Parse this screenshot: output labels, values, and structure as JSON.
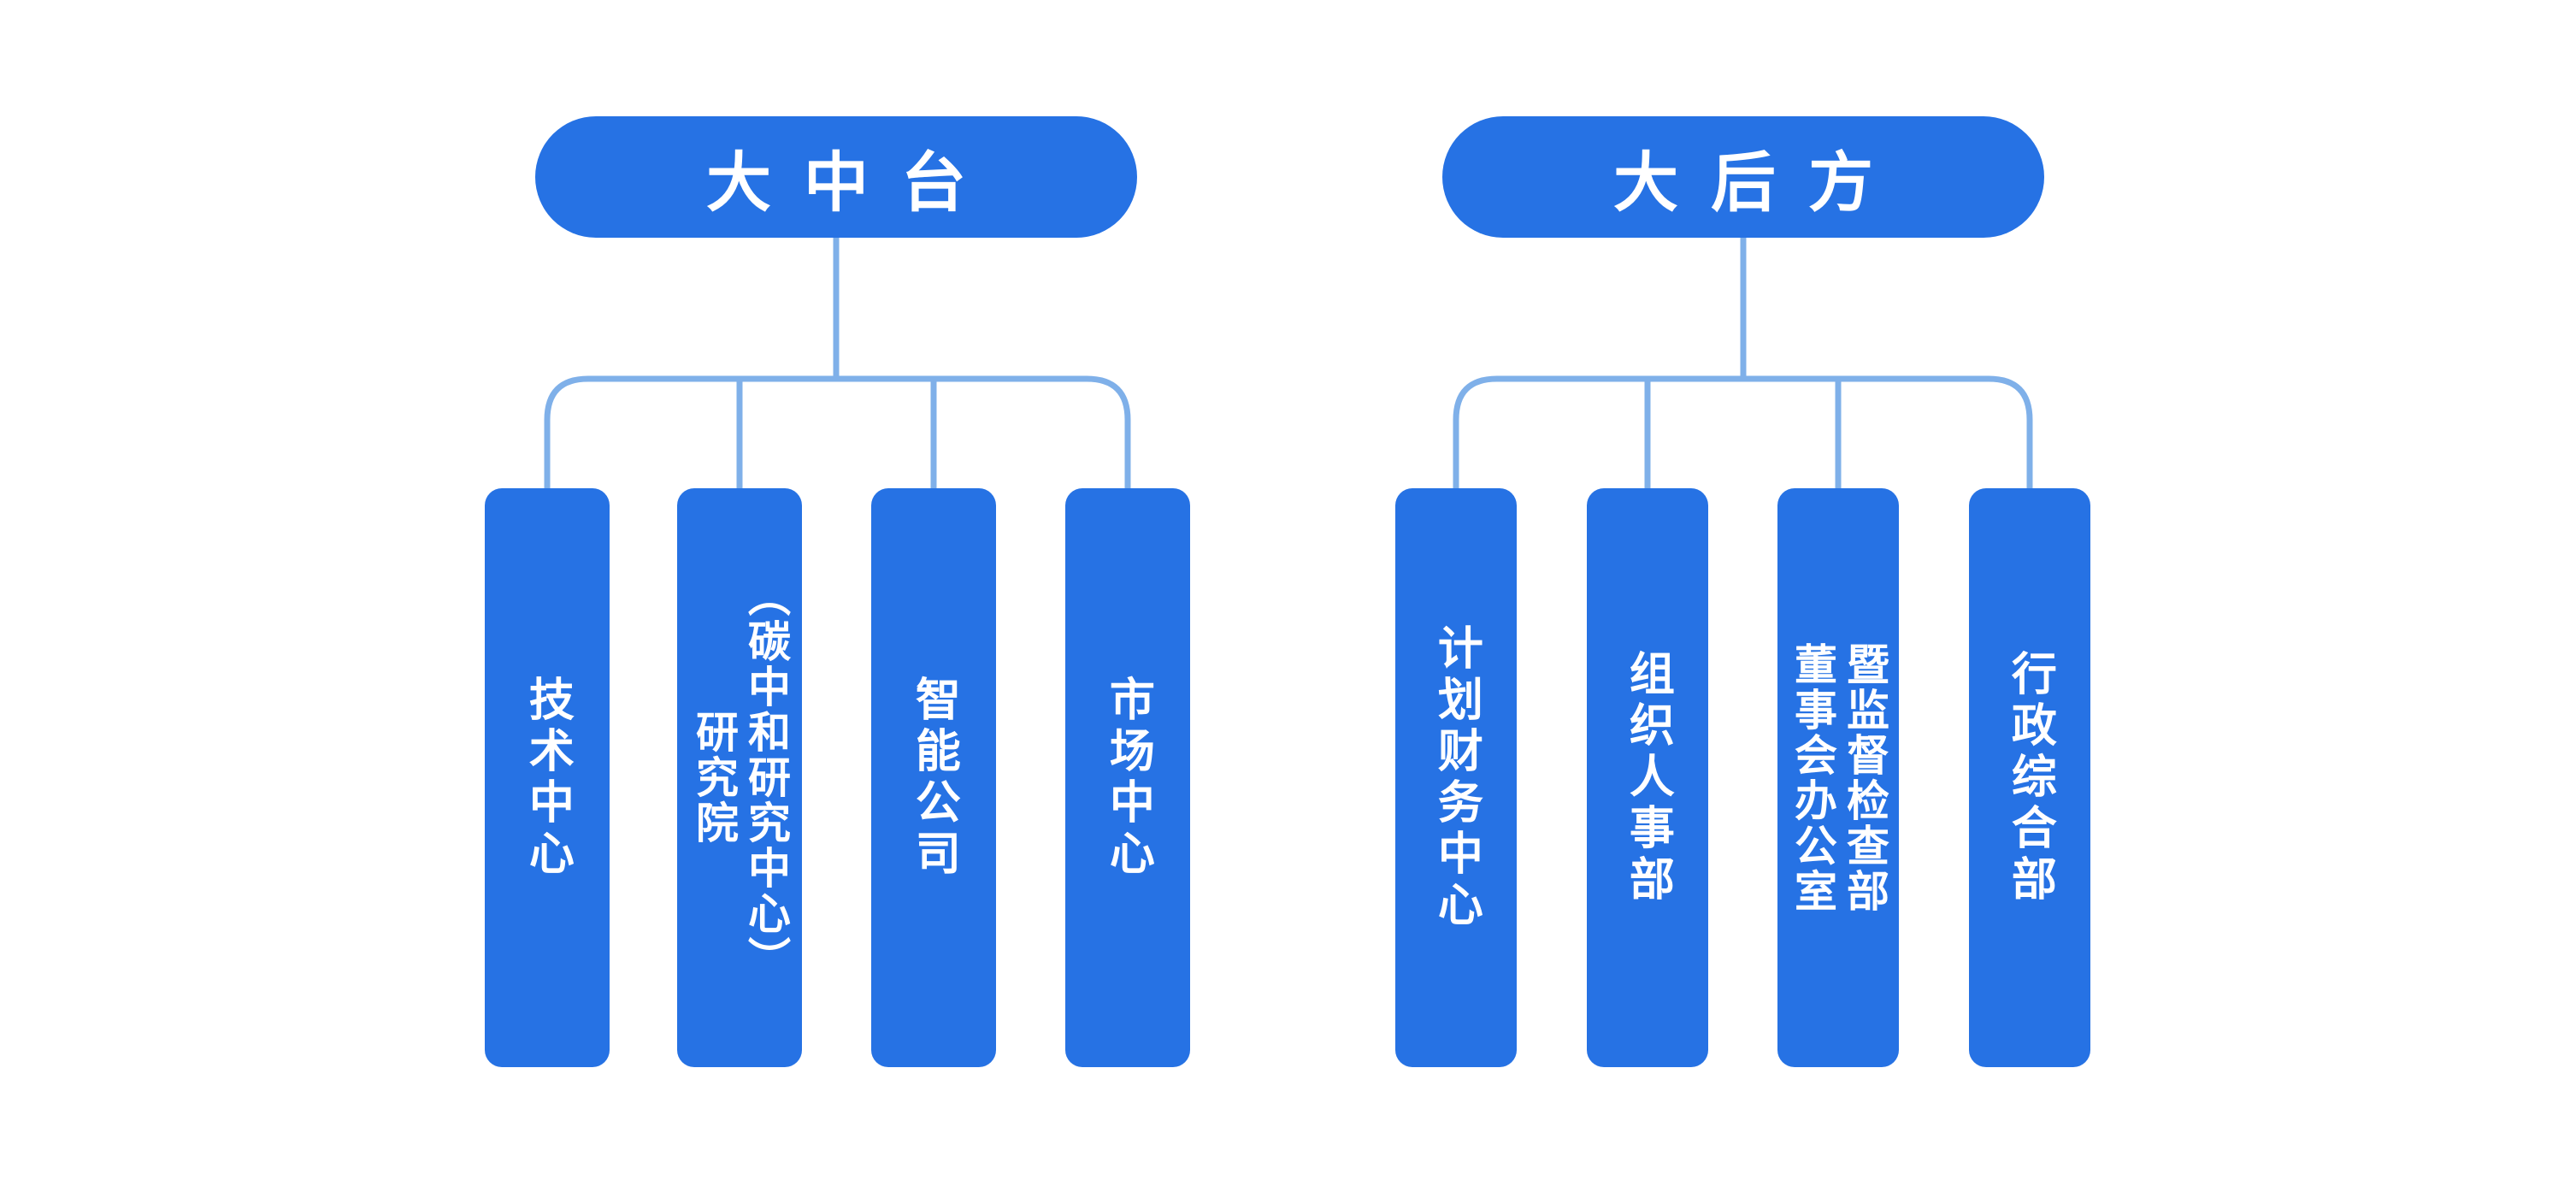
{
  "colors": {
    "background": "#ffffff",
    "node_fill": "#2672e4",
    "node_text": "#ffffff",
    "connector": "#7fb0e9"
  },
  "trees": [
    {
      "name": "middle-platform",
      "root": {
        "label": "大中台"
      },
      "children": [
        {
          "label": "技术中心",
          "lines": [
            "技术中心"
          ]
        },
        {
          "label": "研究院（碳中和研究中心）",
          "lines": [
            "研究院",
            "（碳中和研究中心）"
          ]
        },
        {
          "label": "智能公司",
          "lines": [
            "智能公司"
          ]
        },
        {
          "label": "市场中心",
          "lines": [
            "市场中心"
          ]
        }
      ]
    },
    {
      "name": "rear-support",
      "root": {
        "label": "大后方"
      },
      "children": [
        {
          "label": "计划财务中心",
          "lines": [
            "计划财务中心"
          ]
        },
        {
          "label": "组织人事部",
          "lines": [
            "组织人事部"
          ]
        },
        {
          "label": "董事会办公室暨监督检查部",
          "lines": [
            "董事会办公室",
            "暨监督检查部"
          ]
        },
        {
          "label": "行政综合部",
          "lines": [
            "行政综合部"
          ]
        }
      ]
    }
  ]
}
